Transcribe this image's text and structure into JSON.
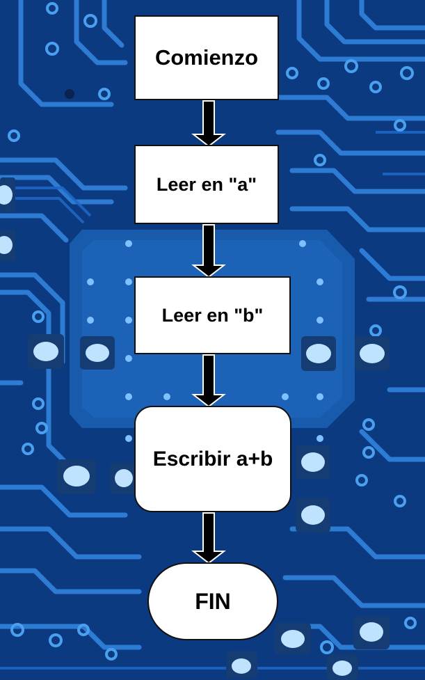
{
  "flowchart": {
    "start": "Comienzo",
    "read_a": "Leer en \"a\"",
    "read_b": "Leer en \"b\"",
    "write": "Escribir a+b",
    "end": "FIN"
  },
  "colors": {
    "background": "#0d3f86",
    "trace": "#2f7fd8",
    "node_fill": "#ffffff",
    "node_border": "#111111",
    "arrow": "#000000"
  }
}
